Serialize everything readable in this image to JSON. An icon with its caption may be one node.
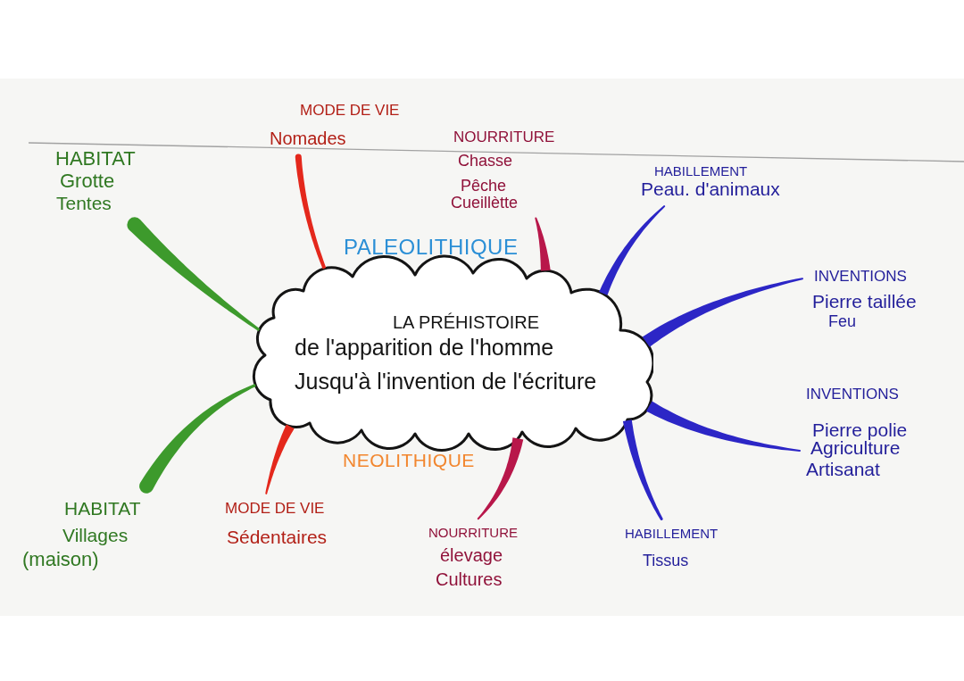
{
  "diagram": {
    "nodes": [
      {
        "text": [
          "LA PRÉHISTOIRE",
          "de l'apparition de l'homme Jusqu'à l'invention de l'écriture"
        ]
      },
      {
        "text": [
          "MODE DE VIE",
          "Nomades"
        ]
      },
      {
        "text": [
          "NOURRITURE",
          "Chasse",
          "Pêche",
          "Cueillètte"
        ]
      },
      {
        "text": [
          "HABITAT",
          "Grotte",
          "Tentes"
        ]
      },
      {
        "text": [
          "HABILLEMENT",
          "Peau. d'animaux"
        ]
      },
      {
        "text": [
          "INVENTIONS",
          "Pierre taillée",
          "Feu"
        ]
      },
      {
        "text": [
          "INVENTIONS",
          "Pierre polie",
          "Agriculture",
          "Artisanat"
        ]
      },
      {
        "text": [
          "HABITAT",
          "Villages",
          "(maison)"
        ]
      },
      {
        "text": [
          "MODE DE VIE",
          "Sédentaires"
        ]
      },
      {
        "text": [
          "NOURRITURE",
          "élevage",
          "Cultures"
        ]
      },
      {
        "text": [
          "HABILLEMENT",
          "Tissus"
        ]
      }
    ],
    "edges": [
      {
        "from": 0,
        "to": 1,
        "arrow": "none",
        "color": "#e4281c"
      },
      {
        "from": 0,
        "to": 2,
        "arrow": "none",
        "color": "#b8174a"
      },
      {
        "from": 0,
        "to": 3,
        "arrow": "none",
        "color": "#3d9a2c"
      },
      {
        "from": 0,
        "to": 4,
        "arrow": "none"
      },
      {
        "from": 0,
        "to": 5,
        "arrow": "none"
      },
      {
        "from": 0,
        "to": 6,
        "arrow": "none"
      },
      {
        "from": 0,
        "to": 7,
        "arrow": "none",
        "color": "#3d9a2c"
      },
      {
        "from": 0,
        "to": 8,
        "arrow": "none",
        "color": "#e4281c"
      },
      {
        "from": 0,
        "to": 9,
        "arrow": "none",
        "color": "#b8174a"
      },
      {
        "from": 0,
        "to": 10,
        "arrow": "none"
      }
    ],
    "labels": [
      "PALEOLITHIQUE",
      "NEOLITHIQUE"
    ]
  }
}
